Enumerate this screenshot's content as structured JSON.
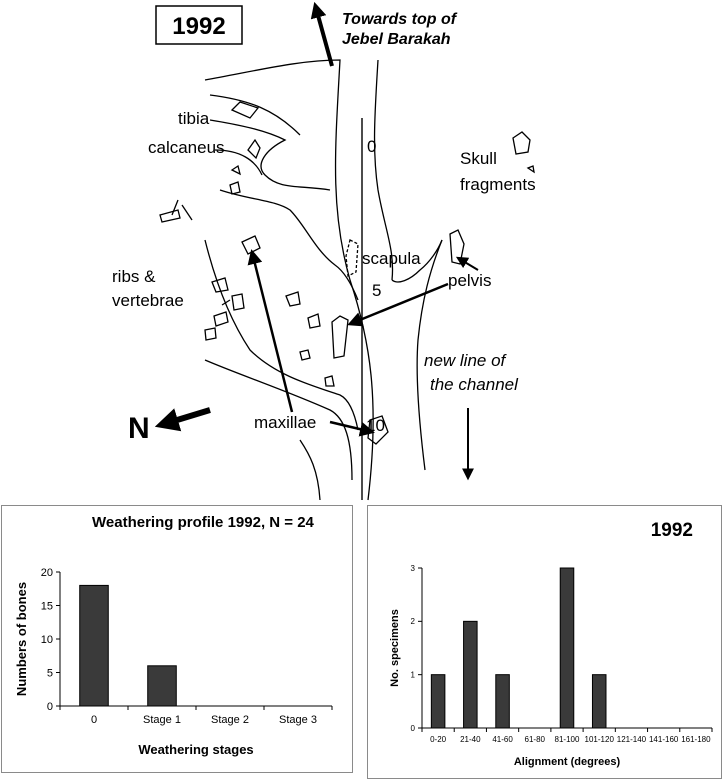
{
  "map": {
    "year_box": "1992",
    "top_arrow_label_1": "Towards top of",
    "top_arrow_label_2": "Jebel Barakah",
    "labels": {
      "tibia": "tibia",
      "calcaneus": "calcaneus",
      "skull_1": "Skull",
      "skull_2": "fragments",
      "ribs_1": "ribs &",
      "ribs_2": "vertebrae",
      "scapula": "scapula",
      "pelvis": "pelvis",
      "maxillae": "maxillae",
      "channel_1": "new line of",
      "channel_2": "the channel",
      "north": "N"
    },
    "scale_ticks": [
      "0",
      "5",
      "10"
    ]
  },
  "chart_data": [
    {
      "type": "bar",
      "title": "Weathering profile 1992, N = 24",
      "xlabel": "Weathering stages",
      "ylabel": "Numbers of bones",
      "categories": [
        "0",
        "Stage 1",
        "Stage 2",
        "Stage 3"
      ],
      "values": [
        18,
        6,
        0,
        0
      ],
      "ylim": [
        0,
        20
      ],
      "yticks": [
        "0",
        "5",
        "10",
        "15",
        "20"
      ],
      "bar_color": "#3a3a3a"
    },
    {
      "type": "bar",
      "title": "1992",
      "xlabel": "Alignment (degrees)",
      "ylabel": "No. specimens",
      "categories": [
        "0-20",
        "21-40",
        "41-60",
        "61-80",
        "81-100",
        "101-120",
        "121-140",
        "141-160",
        "161-180"
      ],
      "values": [
        1,
        2,
        1,
        0,
        3,
        1,
        0,
        0,
        0
      ],
      "ylim": [
        0,
        3
      ],
      "yticks": [
        "0",
        "1",
        "2",
        "3"
      ],
      "bar_color": "#3a3a3a"
    }
  ]
}
